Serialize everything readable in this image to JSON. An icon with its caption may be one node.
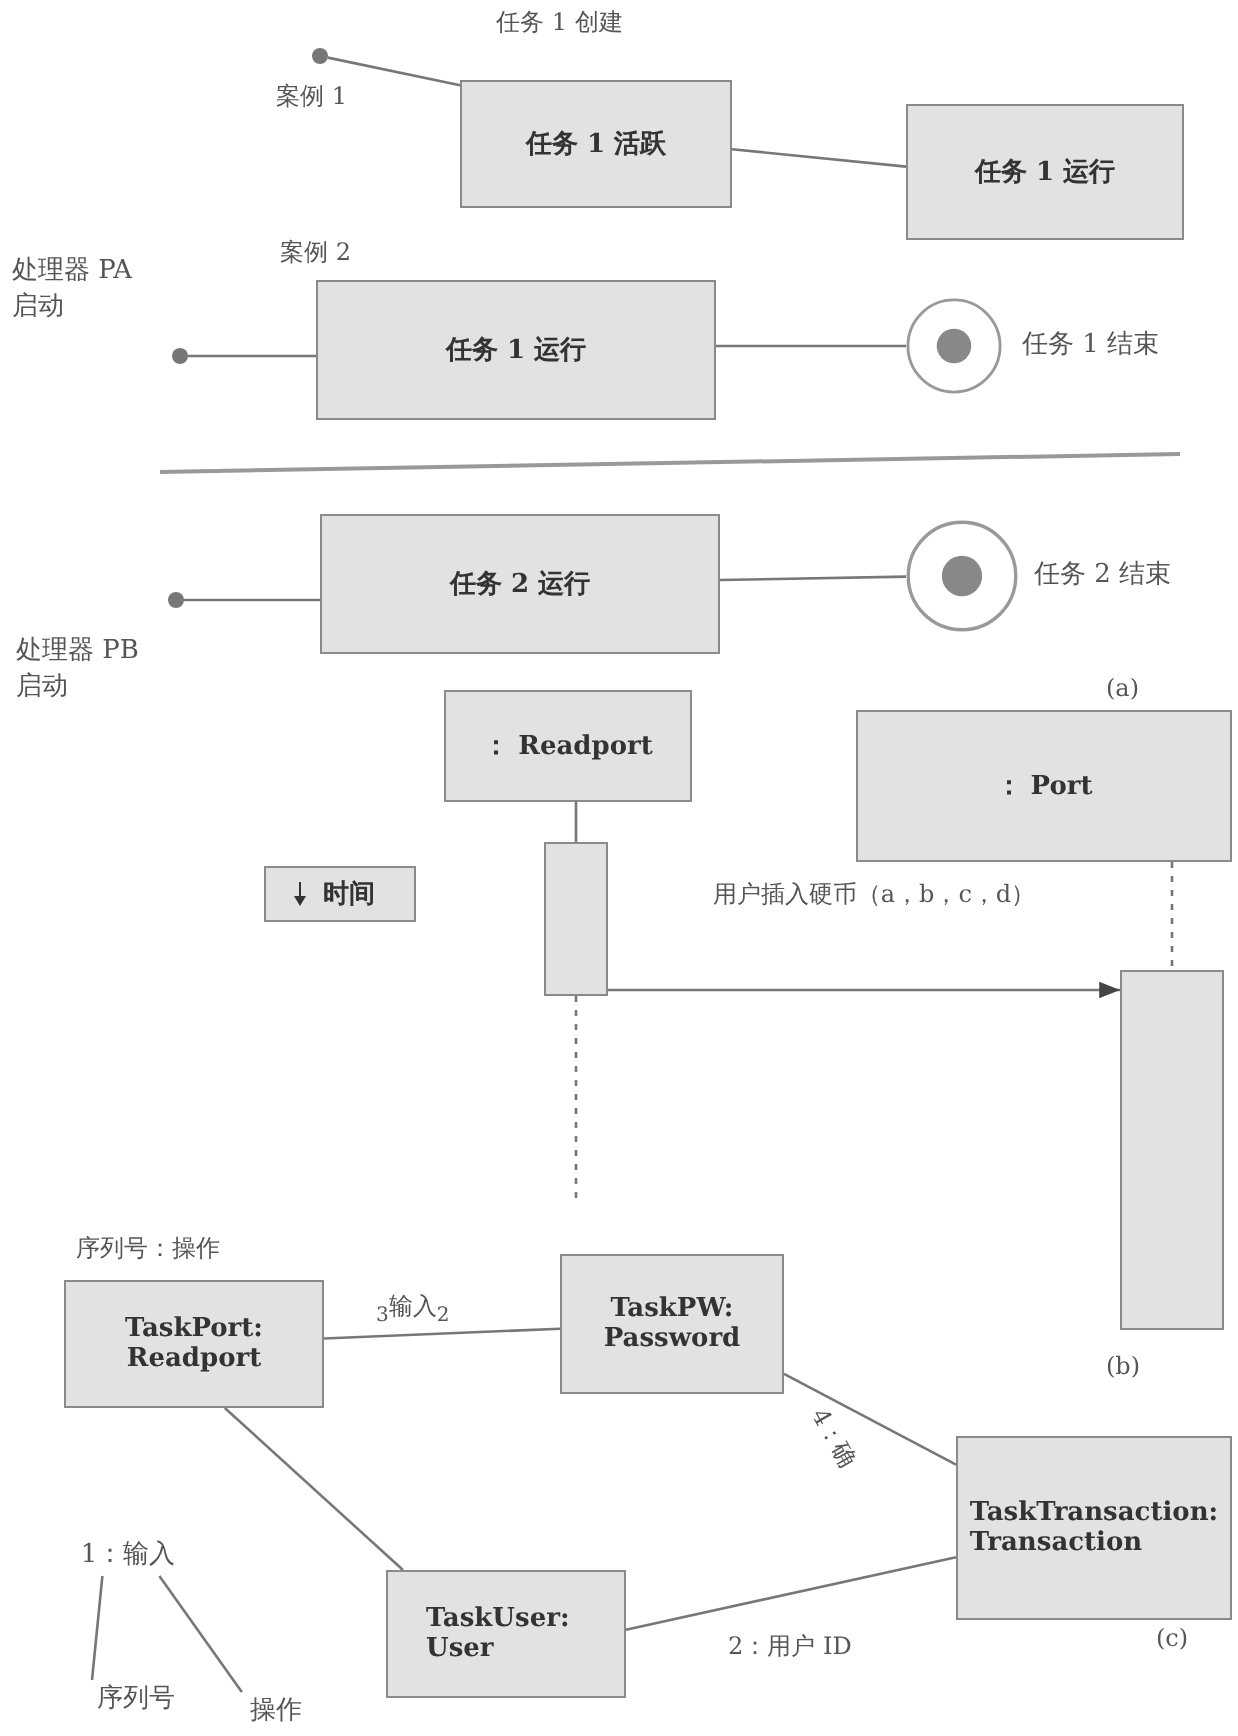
{
  "diagram": {
    "nodes": [
      {
        "text": [],
        "shape": "circle"
      },
      {
        "text": [
          "任务 1 活跃"
        ]
      },
      {
        "text": [
          "任务 1 运行"
        ]
      },
      {
        "text": [],
        "shape": "circle",
        "beside": [
          "处理器 PA 启动"
        ]
      },
      {
        "text": [
          "任务 1 运行"
        ]
      },
      {
        "text": [],
        "shape": "circle",
        "beside": [
          "任务 1 结束"
        ]
      },
      {
        "text": [],
        "shape": "circle",
        "beside": [
          "处理器 PB 启动"
        ]
      },
      {
        "text": [
          "任务 2 运行"
        ]
      },
      {
        "text": [],
        "shape": "circle",
        "beside": [
          "任务 2 结束"
        ]
      },
      {
        "text": [
          "： Readport"
        ]
      },
      {
        "text": [],
        "shape": "bar"
      },
      {
        "text": [
          "： Port"
        ]
      },
      {
        "text": [],
        "shape": "bar"
      },
      {
        "text": [
          "时间"
        ]
      },
      {
        "text": [
          "TaskPort: Readport"
        ]
      },
      {
        "text": [
          "TaskPW: Password"
        ]
      },
      {
        "text": [
          "TaskTransaction: Transaction"
        ]
      },
      {
        "text": [
          "TaskUser: User"
        ]
      },
      {
        "text": [
          "1：输入"
        ]
      },
      {
        "text": [
          "序列号"
        ]
      },
      {
        "text": [
          "操作"
        ]
      }
    ],
    "edges": [
      {
        "from": 0,
        "to": 1,
        "arrow": "none",
        "label": "任务 1 创建"
      },
      {
        "from": 1,
        "to": 2,
        "arrow": "none"
      },
      {
        "from": 3,
        "to": 4,
        "arrow": "none"
      },
      {
        "from": 4,
        "to": 5,
        "arrow": "none"
      },
      {
        "from": 6,
        "to": 7,
        "arrow": "none"
      },
      {
        "from": 7,
        "to": 8,
        "arrow": "none"
      },
      {
        "from": 9,
        "to": 10,
        "arrow": "none"
      },
      {
        "from": 10,
        "to": 12,
        "arrow": "to",
        "label": "用户插入硬币（a，b，c，d）"
      },
      {
        "from": 10,
        "to": null,
        "arrow": "none",
        "style": "dashed"
      },
      {
        "from": 11,
        "to": 12,
        "arrow": "none",
        "style": "dashed"
      },
      {
        "from": 14,
        "to": 15,
        "arrow": "none",
        "label": "$_{3}$输入$_{2}$"
      },
      {
        "from": 15,
        "to": 16,
        "arrow": "none",
        "label": "4：确"
      },
      {
        "from": 14,
        "to": 17,
        "arrow": "none"
      },
      {
        "from": 17,
        "to": 16,
        "arrow": "none",
        "label": "2：用户 ID"
      },
      {
        "from": 19,
        "to": 18,
        "arrow": "none"
      },
      {
        "from": 20,
        "to": 18,
        "arrow": "none"
      }
    ],
    "labels": [
      "案例 1",
      "案例 2",
      "(a)",
      "(b)",
      "(c)",
      "序列号：操作"
    ]
  }
}
